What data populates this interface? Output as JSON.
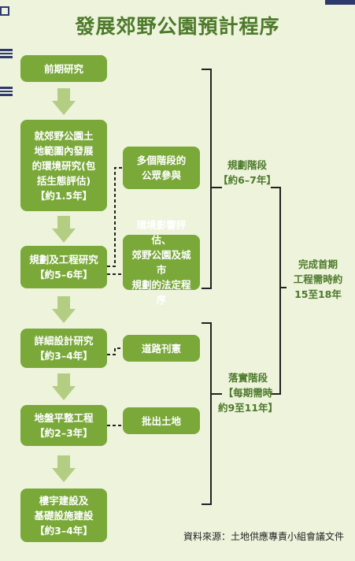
{
  "title": "發展郊野公園預計程序",
  "steps": [
    {
      "label": "前期研究"
    },
    {
      "label": "就郊野公園土\n地範圍內發展\n的環境研究(包\n括生態評估)\n【約1.5年】"
    },
    {
      "label": "規劃及工程研究\n【約5–6年】"
    },
    {
      "label": "詳細設計研究\n【約3–4年】"
    },
    {
      "label": "地盤平整工程\n【約2–3年】"
    },
    {
      "label": "樓宇建設及\n基礎設施建設\n【約3–4年】"
    }
  ],
  "notes": [
    {
      "label": "多個階段的\n公眾參與"
    },
    {
      "label": "環境影響評估、\n郊野公園及城市\n規劃的法定程序"
    },
    {
      "label": "道路刊憲"
    },
    {
      "label": "批出土地"
    }
  ],
  "phases": {
    "planning": "規劃階段\n【約6–7年】",
    "implementation": "落實階段\n【每期需時\n約9至11年】",
    "total": "完成首期\n工程需時約\n15至18年"
  },
  "source": "資料來源：土地供應專責小組會議文件",
  "colors": {
    "background": "#eef3dc",
    "box": "#7aa93a",
    "arrow": "#b3ce83",
    "text_green": "#4c7a2a",
    "line": "#222222"
  }
}
